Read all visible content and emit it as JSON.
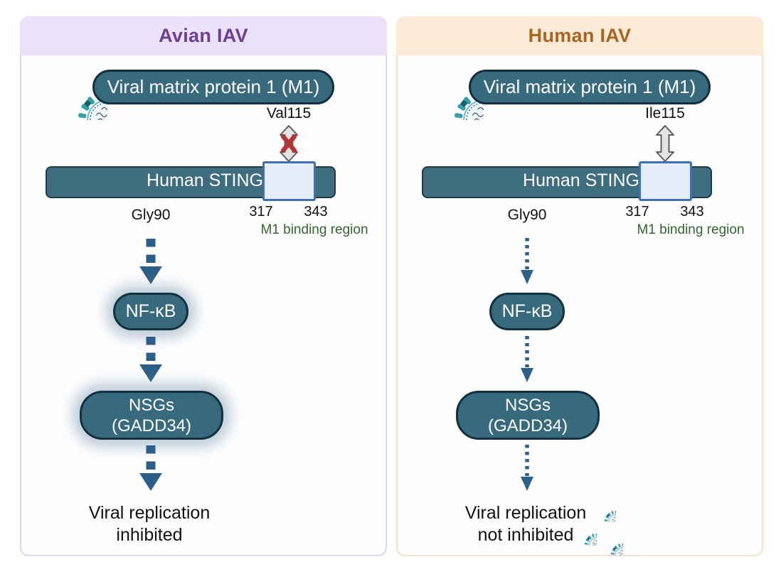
{
  "figure": {
    "description_left": "Avian IAV pathway acting on Human STING",
    "description_right": "Human IAV pathway acting on Human STING"
  },
  "colors": {
    "teal_node_fill": "#386a7e",
    "node_outline": "#13303f",
    "sting_bar_fill": "#3e6d80",
    "binding_region_fill": "#e3edfb",
    "binding_region_border": "#3e6fae",
    "flow_arrow_blue": "#2c5f88",
    "green_region_text": "#33652f",
    "red_blocked_x": "#b23636",
    "gray_arrow_fill": "#e4e4e4",
    "gray_arrow_stroke": "#5e5e5e",
    "avian_header_bg": "#eae2f8",
    "avian_header_text": "#6f3e94",
    "human_header_bg": "#fcead9",
    "human_header_text": "#a8651e",
    "virus_spike_teal": "#35a0a8",
    "virus_spike_dark": "#1b5f6e"
  },
  "panels": [
    {
      "title": "Avian IAV",
      "m1_label": "Viral matrix protein 1 (M1)",
      "residue_label": "Val115",
      "binding_blocked": true,
      "arrow_style": "thick-dashed",
      "sting_label": "Human STING",
      "region_start": "317",
      "region_end": "343",
      "region_label": "M1 binding region",
      "gly_label": "Gly90",
      "nfkb_label": "NF-κB",
      "nsg_line1": "NSGs",
      "nsg_line2": "(GADD34)",
      "outcome_line1": "Viral replication",
      "outcome_line2": "inhibited",
      "virus_cluster_shown": false
    },
    {
      "title": "Human IAV",
      "m1_label": "Viral matrix protein 1 (M1)",
      "residue_label": "Ile115",
      "binding_blocked": false,
      "arrow_style": "dotted",
      "sting_label": "Human STING",
      "region_start": "317",
      "region_end": "343",
      "region_label": "M1 binding region",
      "gly_label": "Gly90",
      "nfkb_label": "NF-κB",
      "nsg_line1": "NSGs",
      "nsg_line2": "(GADD34)",
      "outcome_line1": "Viral replication",
      "outcome_line2": "not inhibited",
      "virus_cluster_shown": true
    }
  ]
}
